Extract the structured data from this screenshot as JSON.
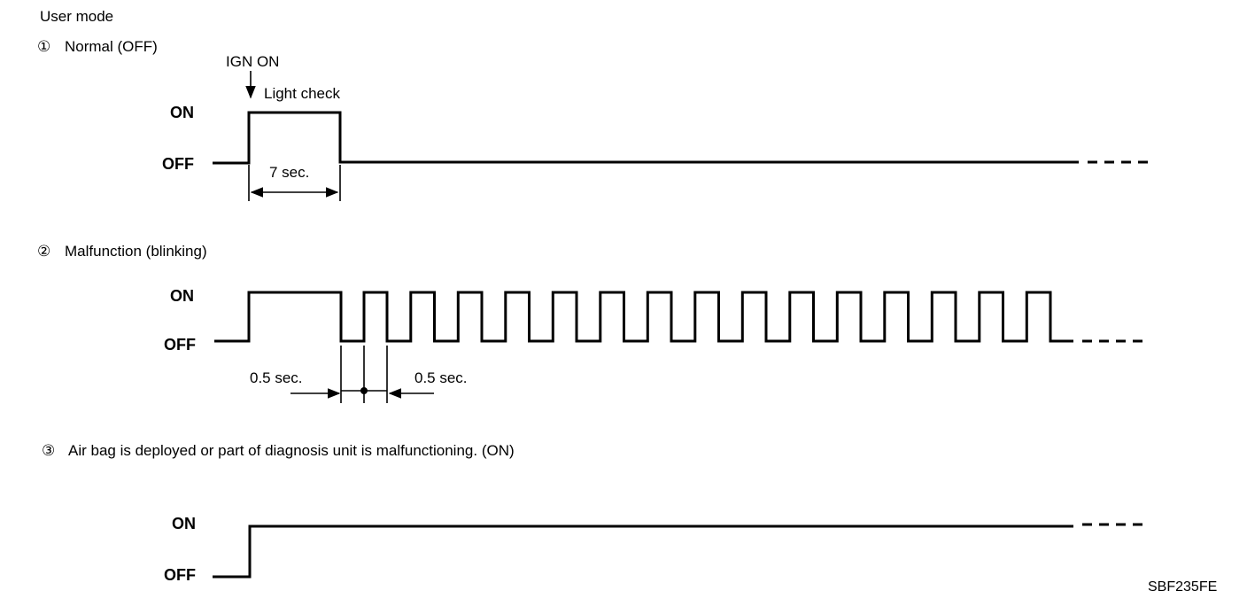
{
  "header": {
    "mode": "User mode"
  },
  "section1": {
    "number": "①",
    "title": "Normal (OFF)",
    "ign_label": "IGN ON",
    "check_label": "Light check",
    "on_label": "ON",
    "off_label": "OFF",
    "duration_label": "7 sec."
  },
  "section2": {
    "number": "②",
    "title": "Malfunction (blinking)",
    "on_label": "ON",
    "off_label": "OFF",
    "off_interval_label": "0.5 sec.",
    "on_interval_label": "0.5 sec."
  },
  "section3": {
    "number": "③",
    "title": "Air bag is deployed or part of diagnosis unit is malfunctioning. (ON)",
    "on_label": "ON",
    "off_label": "OFF"
  },
  "figure_code": "SBF235FE"
}
